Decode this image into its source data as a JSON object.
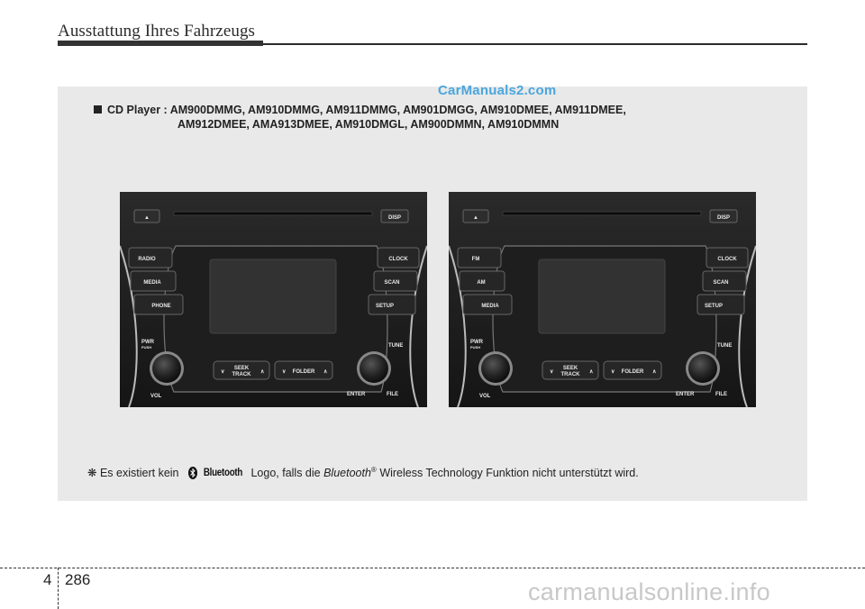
{
  "header": {
    "title": "Ausstattung Ihres Fahrzeugs"
  },
  "watermark_top": "CarManuals2.com",
  "models": {
    "line1": "CD Player : AM900DMMG, AM910DMMG, AM911DMMG, AM901DMGG, AM910DMEE, AM911DMEE,",
    "line2": "AM912DMEE, AMA913DMEE, AM910DMGL, AM900DMMN, AM910DMMN"
  },
  "radio_a": {
    "left_buttons": [
      "RADIO",
      "MEDIA",
      "PHONE"
    ],
    "right_buttons": [
      "CLOCK",
      "SCAN",
      "SETUP"
    ],
    "disp": "DISP",
    "pwr": "PWR",
    "push": "PUSH",
    "vol": "VOL",
    "tune": "TUNE",
    "enter": "ENTER",
    "file": "FILE",
    "seek": "SEEK",
    "track": "TRACK",
    "folder": "FOLDER"
  },
  "radio_b": {
    "left_buttons": [
      "FM",
      "AM",
      "MEDIA"
    ],
    "right_buttons": [
      "CLOCK",
      "SCAN",
      "SETUP"
    ],
    "disp": "DISP",
    "pwr": "PWR",
    "push": "PUSH",
    "vol": "VOL",
    "tune": "TUNE",
    "enter": "ENTER",
    "file": "FILE",
    "seek": "SEEK",
    "track": "TRACK",
    "folder": "FOLDER"
  },
  "note": {
    "symbol": "❋",
    "part1": "Es existiert kein",
    "logo_word": "Bluetooth",
    "part2": "Logo, falls die",
    "brand": "Bluetooth",
    "reg": "®",
    "part3": "Wireless Technology Funktion nicht unterstützt wird."
  },
  "footer": {
    "chapter": "4",
    "page": "286",
    "watermark": "carmanualsonline.info"
  }
}
